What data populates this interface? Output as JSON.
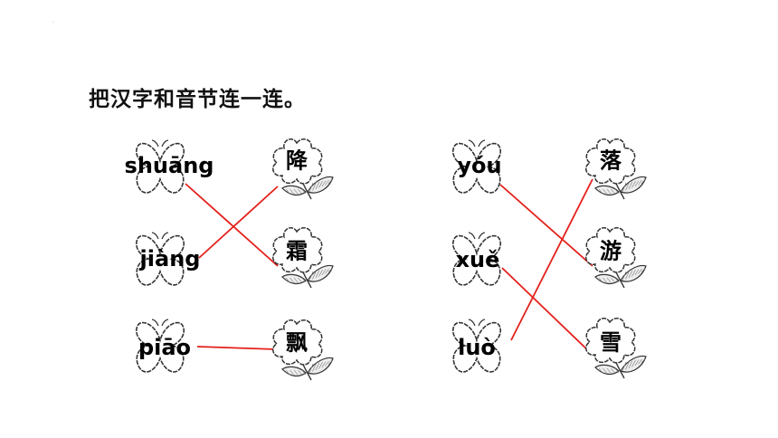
{
  "instruction": "把汉字和音节连一连。",
  "marker": ".",
  "colors": {
    "line": "#e3211b",
    "outline": "#333333",
    "text": "#000000"
  },
  "groups": [
    {
      "pinyin": [
        "shuāng",
        "jiàng",
        "piāo"
      ],
      "hanzi": [
        "降",
        "霜",
        "飘"
      ],
      "links": [
        [
          0,
          1
        ],
        [
          1,
          0
        ],
        [
          2,
          2
        ]
      ]
    },
    {
      "pinyin": [
        "yóu",
        "xuě",
        "luò"
      ],
      "hanzi": [
        "落",
        "游",
        "雪"
      ],
      "links": [
        [
          0,
          1
        ],
        [
          1,
          2
        ],
        [
          2,
          0
        ]
      ]
    }
  ],
  "icons": {
    "pinyin_holder": "butterfly-icon",
    "hanzi_holder": "flower-icon"
  }
}
